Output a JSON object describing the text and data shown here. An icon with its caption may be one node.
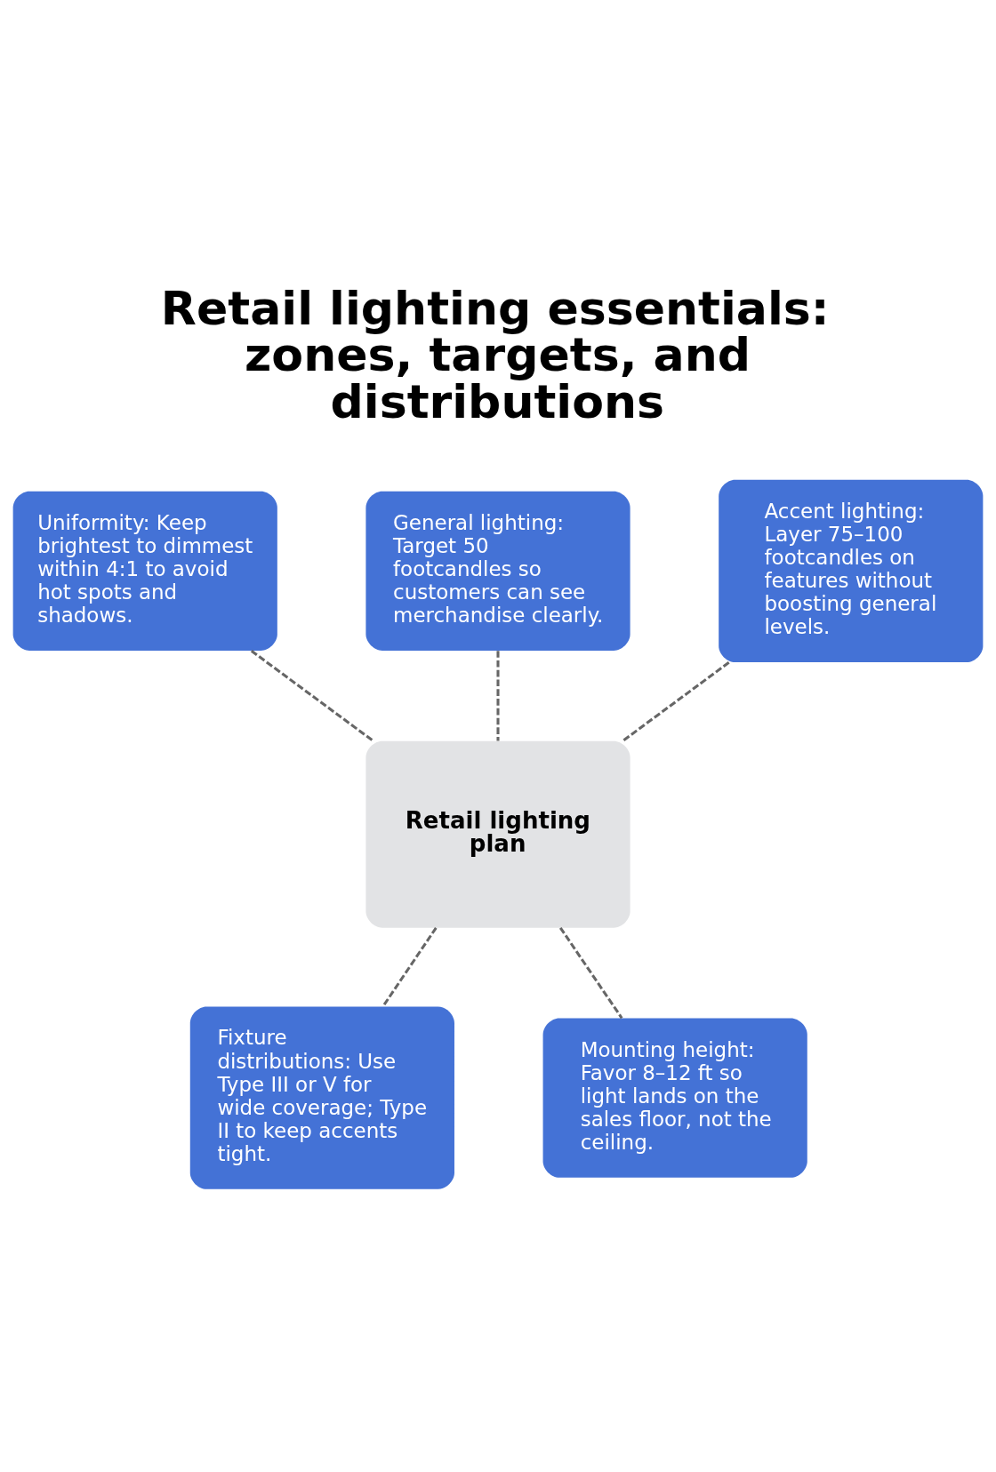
{
  "diagram": {
    "title": "Retail lighting essentials: zones, targets, and distributions",
    "nodes": [
      {
        "text": [
          "Uniformity: Keep brightest to dimmest within 4:1 to avoid hot spots and shadows."
        ]
      },
      {
        "text": [
          "General lighting: Target 50 footcandles so customers can see merchandise clearly."
        ]
      },
      {
        "text": [
          "Accent lighting: Layer 75–100 footcandles on features without boosting general levels."
        ]
      },
      {
        "text": [
          "Retail lighting plan"
        ]
      },
      {
        "text": [
          "Fixture distributions: Use Type III or V for wide coverage; Type II to keep accents tight."
        ]
      },
      {
        "text": [
          "Mounting height: Favor 8–12 ft so light lands on the sales floor, not the ceiling."
        ]
      }
    ],
    "edges": [
      {
        "from": 0,
        "to": 3,
        "arrow": "none",
        "style": "dashed"
      },
      {
        "from": 1,
        "to": 3,
        "arrow": "none",
        "style": "dashed"
      },
      {
        "from": 2,
        "to": 3,
        "arrow": "none",
        "style": "dashed"
      },
      {
        "from": 3,
        "to": 4,
        "arrow": "none",
        "style": "dashed"
      },
      {
        "from": 3,
        "to": 5,
        "arrow": "none",
        "style": "dashed"
      }
    ]
  }
}
